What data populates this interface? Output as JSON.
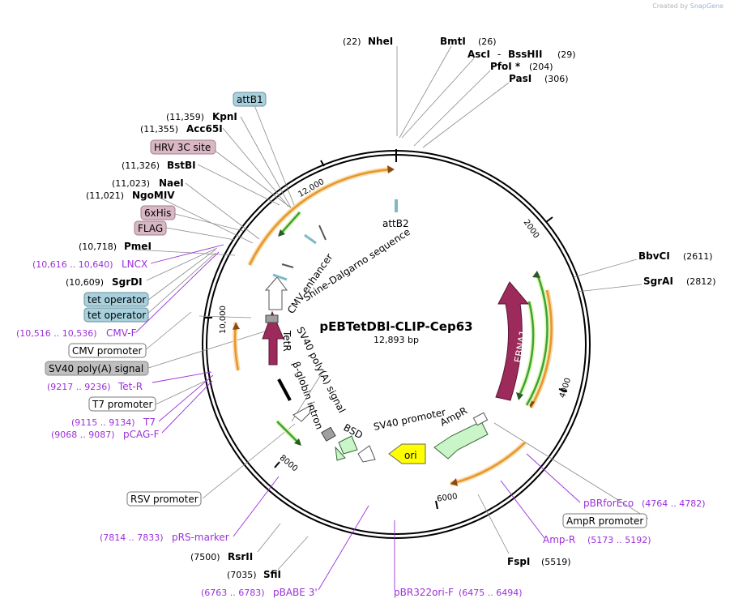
{
  "credit": {
    "prefix": "Created by",
    "brand": "SnapGene"
  },
  "plasmid": {
    "name": "pEBTetDBl-CLIP-Cep63",
    "length": "12,893 bp"
  },
  "colors": {
    "orange": "#e8952a",
    "green": "#3aa33a",
    "maroon": "#9c2b5b",
    "mint": "#c9f5c9",
    "yellow": "#ffff00",
    "grey": "#999999",
    "primer": "#9b30d9",
    "tag_blue": "#a7d1de",
    "tag_pink": "#d9b7c4"
  },
  "tick_labels": [
    "2000",
    "4000",
    "6000",
    "8000",
    "10,000",
    "12,000"
  ],
  "inner_labels": {
    "attB2": "attB2",
    "shine": "Shine-Dalgarno sequence",
    "cmv_enh": "CMV enhancer",
    "sv40pa": "SV40 poly(A) signal",
    "tetr": "TetR",
    "bglobin": "β-globin intron",
    "bsd": "BSD",
    "sv40prom": "SV40 promoter",
    "ampr": "AmpR",
    "ori": "ori",
    "ebna1": "EBNA1"
  },
  "sites": [
    {
      "name": "NheI",
      "pos": "(22)"
    },
    {
      "name": "BmtI",
      "pos": "(26)"
    },
    {
      "name": "AscI",
      "pos": "(29)",
      "extra": "BssHII"
    },
    {
      "name": "PfoI *",
      "pos": "(204)"
    },
    {
      "name": "PasI",
      "pos": "(306)"
    },
    {
      "name": "BbvCI",
      "pos": "(2611)"
    },
    {
      "name": "SgrAI",
      "pos": "(2812)"
    },
    {
      "name": "FspI",
      "pos": "(5519)"
    },
    {
      "name": "SfiI",
      "pos": "(7035)"
    },
    {
      "name": "RsrII",
      "pos": "(7500)"
    },
    {
      "name": "PmeI",
      "pos": "(10,718)"
    },
    {
      "name": "SgrDI",
      "pos": "(10,609)"
    },
    {
      "name": "NgoMIV",
      "pos": "(11,021)"
    },
    {
      "name": "NaeI",
      "pos": "(11,023)"
    },
    {
      "name": "BstBI",
      "pos": "(11,326)"
    },
    {
      "name": "Acc65I",
      "pos": "(11,355)"
    },
    {
      "name": "KpnI",
      "pos": "(11,359)"
    }
  ],
  "features": [
    {
      "label": "attB1",
      "style": "blue"
    },
    {
      "label": "HRV 3C site",
      "style": "pink"
    },
    {
      "label": "6xHis",
      "style": "pink"
    },
    {
      "label": "FLAG",
      "style": "pink"
    },
    {
      "label": "tet operator",
      "style": "blue"
    },
    {
      "label": "tet operator",
      "style": "blue"
    },
    {
      "label": "CMV promoter",
      "style": "white"
    },
    {
      "label": "SV40 poly(A) signal",
      "style": "grey"
    },
    {
      "label": "T7 promoter",
      "style": "white"
    },
    {
      "label": "RSV promoter",
      "style": "white"
    },
    {
      "label": "AmpR promoter",
      "style": "white"
    }
  ],
  "primers": [
    {
      "label": "LNCX",
      "range": "(10,616 .. 10,640)"
    },
    {
      "label": "CMV-F",
      "range": "(10,516 .. 10,536)"
    },
    {
      "label": "Tet-R",
      "range": "(9217 .. 9236)"
    },
    {
      "label": "T7",
      "range": "(9115 .. 9134)"
    },
    {
      "label": "pCAG-F",
      "range": "(9068 .. 9087)"
    },
    {
      "label": "pRS-marker",
      "range": "(7814 .. 7833)"
    },
    {
      "label": "pBABE 3'",
      "range": "(6763 .. 6783)"
    },
    {
      "label": "pBR322ori-F",
      "range": "(6475 .. 6494)"
    },
    {
      "label": "Amp-R",
      "range": "(5173 .. 5192)"
    },
    {
      "label": "pBRforEco",
      "range": "(4764 .. 4782)"
    }
  ]
}
